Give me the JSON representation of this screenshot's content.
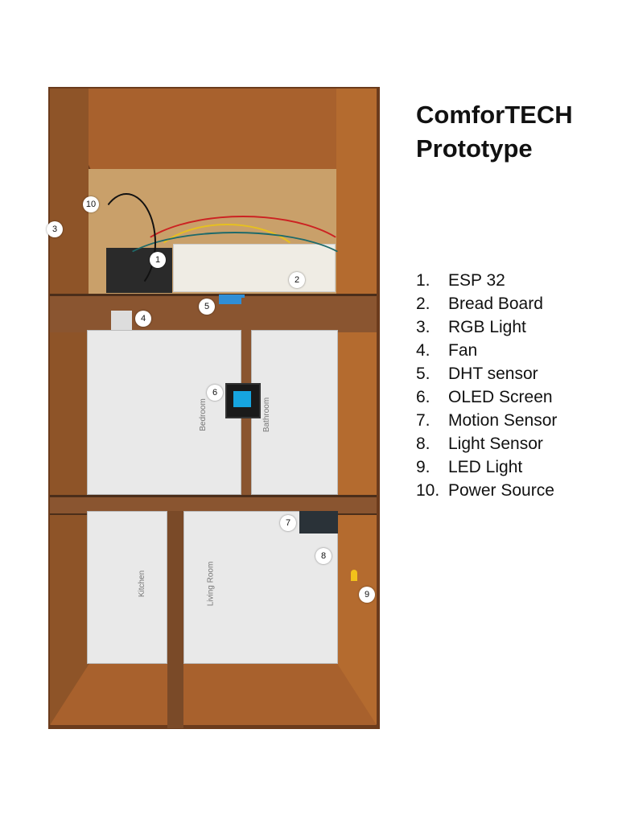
{
  "title_line1": "ComforTECH",
  "title_line2": "Prototype",
  "legend": [
    {
      "num": "1.",
      "label": "ESP 32"
    },
    {
      "num": "2.",
      "label": "Bread Board"
    },
    {
      "num": "3.",
      "label": "RGB Light"
    },
    {
      "num": "4.",
      "label": "Fan"
    },
    {
      "num": "5.",
      "label": "DHT sensor"
    },
    {
      "num": "6.",
      "label": "OLED Screen"
    },
    {
      "num": "7.",
      "label": "Motion Sensor"
    },
    {
      "num": "8.",
      "label": "Light Sensor"
    },
    {
      "num": "9.",
      "label": "LED Light"
    },
    {
      "num": "10.",
      "label": "Power Source"
    }
  ],
  "markers": [
    "1",
    "2",
    "3",
    "4",
    "5",
    "6",
    "7",
    "8",
    "9",
    "10"
  ],
  "rooms": {
    "bedroom": "Bedroom",
    "bathroom": "Bathroom",
    "kitchen": "Kitchen",
    "living_room": "Living Room"
  }
}
